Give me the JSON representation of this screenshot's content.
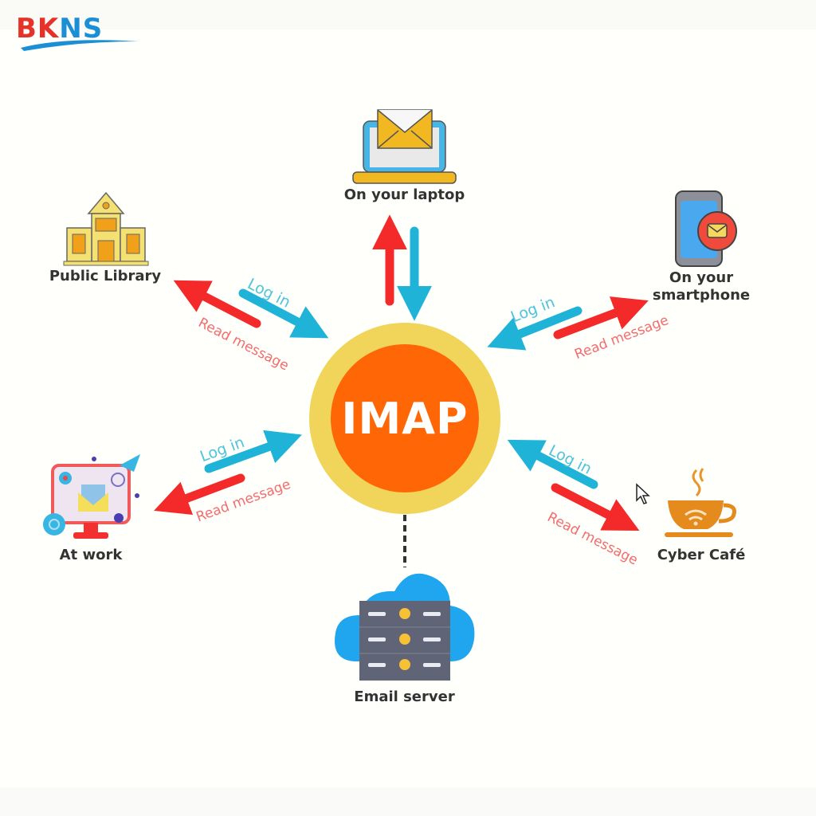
{
  "brand": {
    "logo_part1": "BK",
    "logo_part2": "NS",
    "colors": {
      "red": "#e5332a",
      "blue": "#1a8fd6"
    }
  },
  "center": {
    "label": "IMAP",
    "colors": {
      "ring": "#f1d55a",
      "core": "#ff6605",
      "text": "#ffffff"
    }
  },
  "nodes": {
    "laptop": {
      "label": "On your laptop",
      "icon": "laptop-envelope-icon"
    },
    "library": {
      "label": "Public Library",
      "icon": "library-building-icon"
    },
    "smartphone": {
      "label_line1": "On your",
      "label_line2": "smartphone",
      "icon": "smartphone-mail-icon"
    },
    "work": {
      "label": "At work",
      "icon": "computer-monitor-mail-icon"
    },
    "cafe": {
      "label": "Cyber Café",
      "icon": "coffee-cup-wifi-icon"
    },
    "server": {
      "label": "Email server",
      "icon": "cloud-server-icon"
    }
  },
  "connections": {
    "login_label": "Log in",
    "read_label": "Read message",
    "colors": {
      "login": "#1fb3d8",
      "read": "#f42a2a",
      "login_text": "#4fc3dd",
      "read_text": "#f36d6d"
    },
    "library": {
      "login": "Log in",
      "read": "Read message"
    },
    "smartphone": {
      "login": "Log in",
      "read": "Read message"
    },
    "work": {
      "login": "Log in",
      "read": "Read message"
    },
    "cafe": {
      "login": "Log in",
      "read": "Read message"
    }
  }
}
